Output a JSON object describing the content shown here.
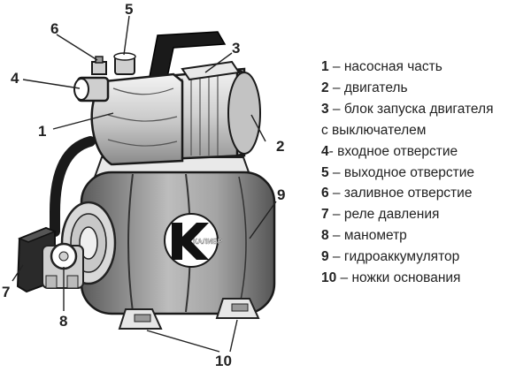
{
  "callouts": {
    "c1": "1",
    "c2": "2",
    "c3": "3",
    "c4": "4",
    "c5": "5",
    "c6": "6",
    "c7": "7",
    "c8": "8",
    "c9": "9",
    "c10": "10"
  },
  "logo_text": "КАЛИБР",
  "legend": [
    {
      "num": "1",
      "text": " – насосная часть"
    },
    {
      "num": "2",
      "text": " – двигатель"
    },
    {
      "num": "3",
      "text": " – блок запуска двигателя"
    },
    {
      "num": "",
      "text": "с выключателем"
    },
    {
      "num": "4",
      "text": "- входное отверстие"
    },
    {
      "num": "5",
      "text": " – выходное отверстие"
    },
    {
      "num": "6",
      "text": " – заливное отверстие"
    },
    {
      "num": "7",
      "text": " – реле давления"
    },
    {
      "num": "8",
      "text": " – манометр"
    },
    {
      "num": "9",
      "text": " – гидроаккумулятор"
    },
    {
      "num": "10",
      "text": " – ножки основания"
    }
  ]
}
